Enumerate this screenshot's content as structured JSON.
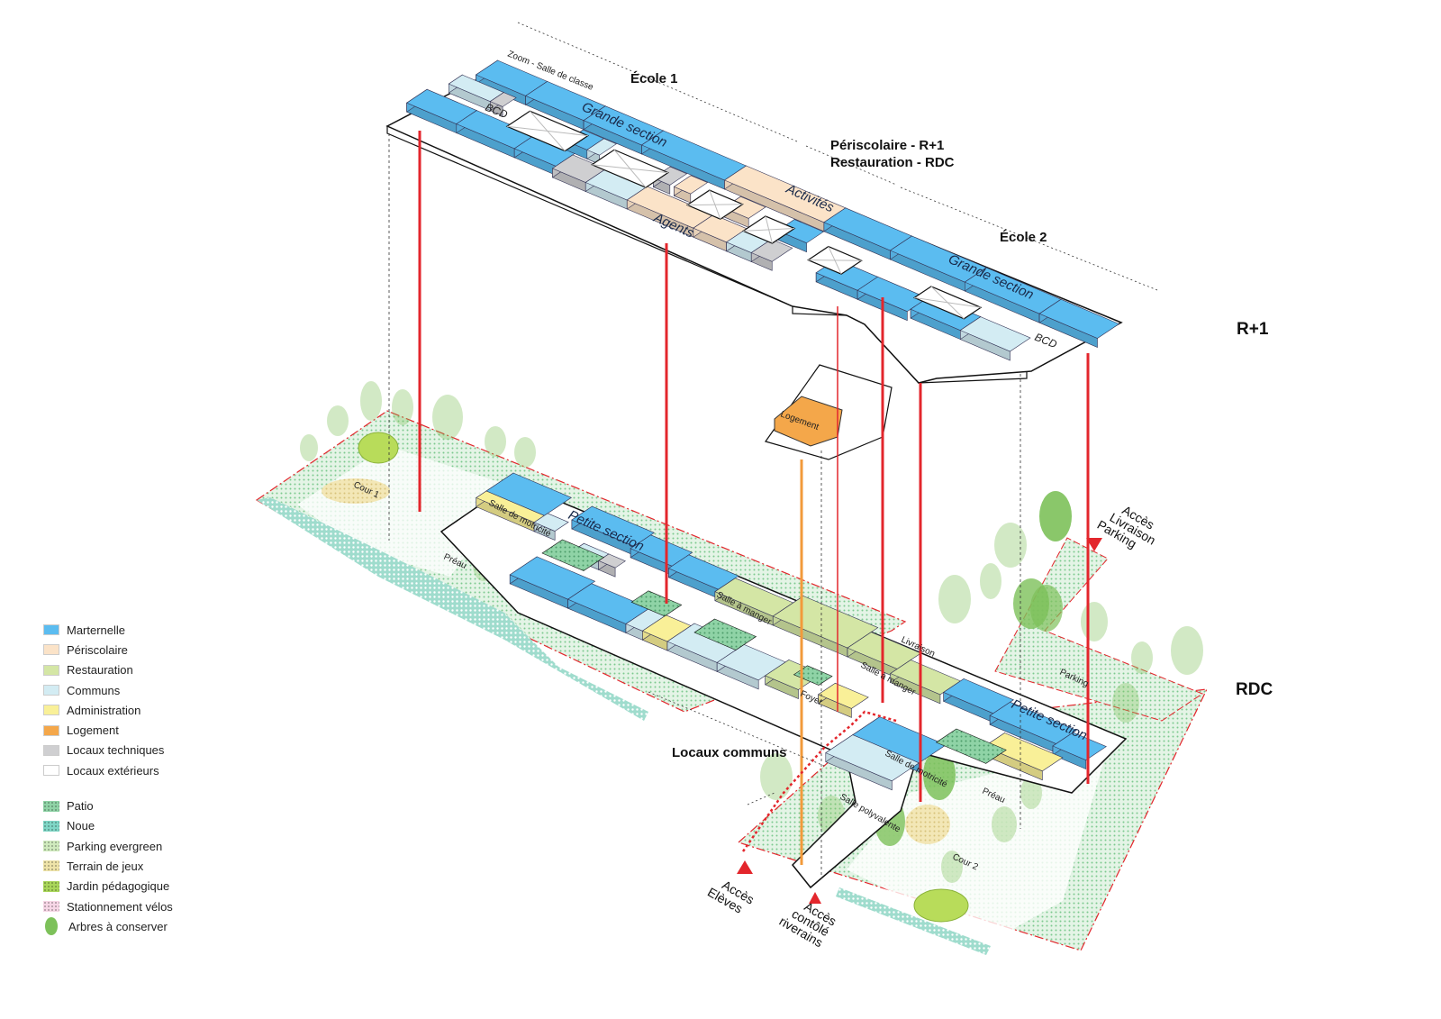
{
  "labels": {
    "ecole1": "École 1",
    "ecole2": "École 2",
    "periscolaire_r1": "Périscolaire - R+1",
    "restauration_rdc": "Restauration - RDC",
    "locaux_communs": "Locaux communs",
    "level_r1": "R+1",
    "level_rdc": "RDC",
    "zoom_salle": "Zoom - Salle de classe"
  },
  "rooms_r1": {
    "bcd1": "BCD",
    "grande_section1": "Grande section",
    "agents": "Agents",
    "activites": "Activités",
    "grande_section2": "Grande section",
    "bcd2": "BCD",
    "logement": "Logement"
  },
  "rooms_rdc": {
    "salle_motricite1": "Salle de motricité",
    "petite_section1": "Petite section",
    "preau1": "Préau",
    "cour1": "Cour 1",
    "salle_manger1": "Salle à manger",
    "salle_manger2": "Salle à manger",
    "foyer": "Foyer",
    "livraison": "Livraison",
    "parking": "Parking",
    "petite_section2": "Petite section",
    "salle_motricite2": "Salle de motricité",
    "salle_polyvalente": "Salle polyvalente",
    "preau2": "Préau",
    "cour2": "Cour 2"
  },
  "access": {
    "eleves_1": "Accès",
    "eleves_2": "Elèves",
    "riverains_1": "Accès",
    "riverains_2": "contôlé",
    "riverains_3": "riverains",
    "livraison_1": "Accès",
    "livraison_2": "Livraison",
    "livraison_3": "Parking"
  },
  "colors": {
    "maternelle": "#5bbcf0",
    "periscolaire": "#fbe3c8",
    "restauration": "#d4e6a5",
    "communs": "#d3ecf3",
    "administration": "#f9f098",
    "logement": "#f4a74a",
    "locaux_techniques": "#cfcfd1",
    "locaux_exterieurs": "#ffffff",
    "access_red": "#e3262c",
    "vertical_orange": "#f29a3b"
  },
  "legend": {
    "programs": [
      {
        "label": "Marternelle",
        "color": "#5bbcf0"
      },
      {
        "label": "Périscolaire",
        "color": "#fbe3c8"
      },
      {
        "label": "Restauration",
        "color": "#d4e6a5"
      },
      {
        "label": "Communs",
        "color": "#d3ecf3"
      },
      {
        "label": "Administration",
        "color": "#f9f098"
      },
      {
        "label": "Logement",
        "color": "#f4a74a"
      },
      {
        "label": "Locaux techniques",
        "color": "#cfcfd1"
      },
      {
        "label": "Locaux extérieurs",
        "color": "#ffffff"
      }
    ],
    "landscape": [
      {
        "label": "Patio",
        "color": "#8fd3a6"
      },
      {
        "label": "Noue",
        "color": "#7fd6c6"
      },
      {
        "label": "Parking evergreen",
        "color": "#cfeabd"
      },
      {
        "label": "Terrain de jeux",
        "color": "#eee3a8"
      },
      {
        "label": "Jardin pédagogique",
        "color": "#a9d65a"
      },
      {
        "label": "Stationnement vélos",
        "color": "#f6d6e6"
      },
      {
        "label": "Arbres à conserver",
        "color": "#7dc15a"
      }
    ]
  }
}
